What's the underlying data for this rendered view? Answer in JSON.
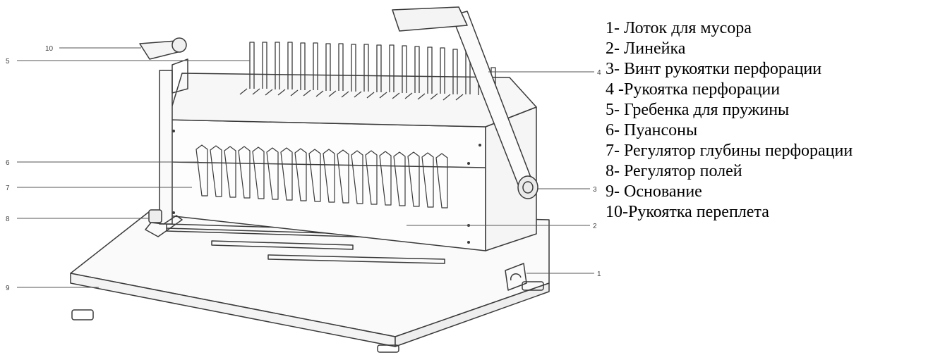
{
  "callouts": [
    "1",
    "2",
    "3",
    "4",
    "5",
    "6",
    "7",
    "8",
    "9",
    "10"
  ],
  "legend": [
    "1- Лоток для мусора",
    "2- Линейка",
    "3- Винт рукоятки перфорации",
    "4 -Рукоятка перфорации",
    "5- Гребенка для пружины",
    "6- Пуансоны",
    "7- Регулятор глубины перфорации",
    "8- Регулятор полей",
    "9- Основание",
    "10-Рукоятка переплета"
  ],
  "colors": {
    "ink": "#3a3a3a",
    "leader": "#555555",
    "text": "#000000"
  }
}
